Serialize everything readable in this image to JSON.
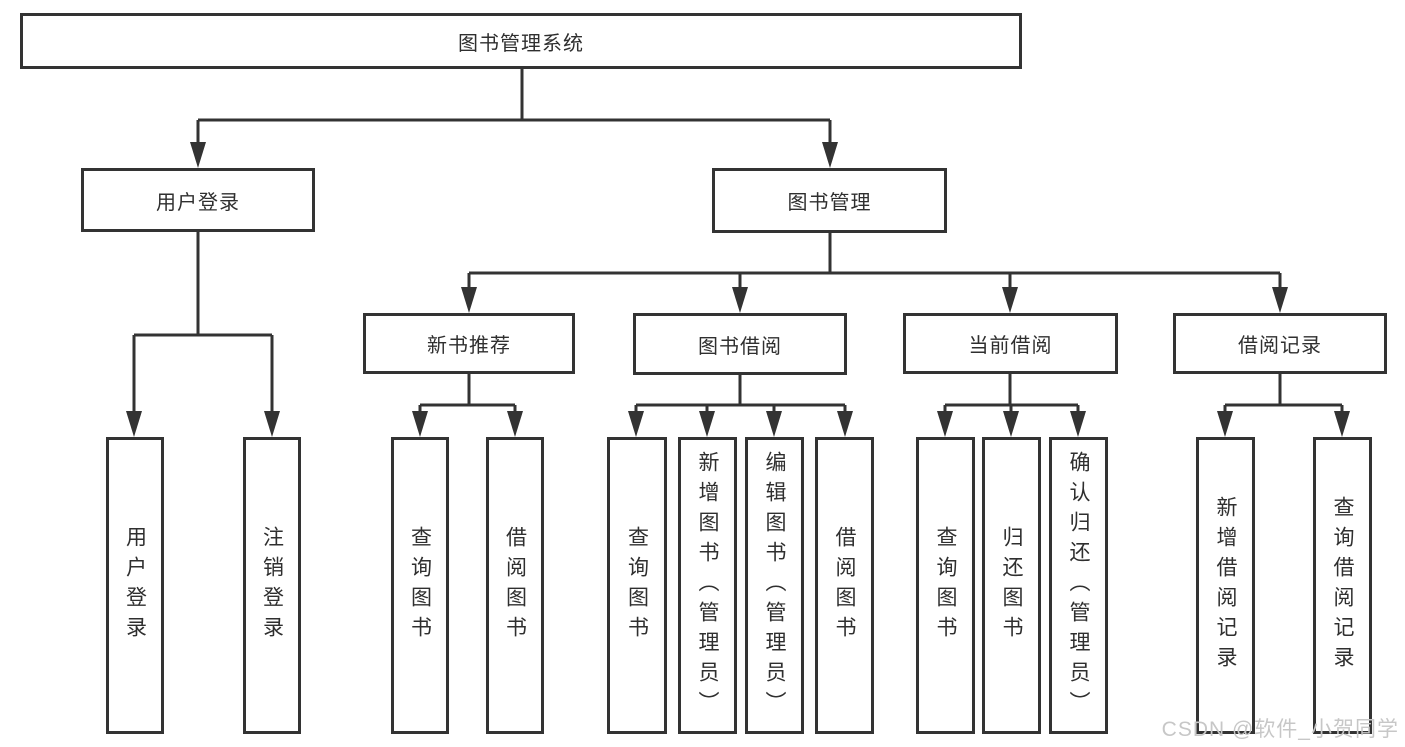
{
  "tree": {
    "root": {
      "label": "图书管理系统",
      "children": [
        {
          "label": "用户登录",
          "children": [
            {
              "label": "用户登录"
            },
            {
              "label": "注销登录"
            }
          ]
        },
        {
          "label": "图书管理",
          "children": [
            {
              "label": "新书推荐",
              "children": [
                {
                  "label": "查询图书"
                },
                {
                  "label": "借阅图书"
                }
              ]
            },
            {
              "label": "图书借阅",
              "children": [
                {
                  "label": "查询图书"
                },
                {
                  "label": "新增图书（管理员）"
                },
                {
                  "label": "编辑图书（管理员）"
                },
                {
                  "label": "借阅图书"
                }
              ]
            },
            {
              "label": "当前借阅",
              "children": [
                {
                  "label": "查询图书"
                },
                {
                  "label": "归还图书"
                },
                {
                  "label": "确认归还（管理员）"
                }
              ]
            },
            {
              "label": "借阅记录",
              "children": [
                {
                  "label": "新增借阅记录"
                },
                {
                  "label": "查询借阅记录"
                }
              ]
            }
          ]
        }
      ]
    }
  },
  "watermark": {
    "text": "CSDN @软件_小贺同学"
  },
  "colors": {
    "line": "#333333",
    "box_border": "#333333",
    "box_fill": "#ffffff",
    "text": "#2f2f2f",
    "watermark": "#c7c7c7"
  }
}
